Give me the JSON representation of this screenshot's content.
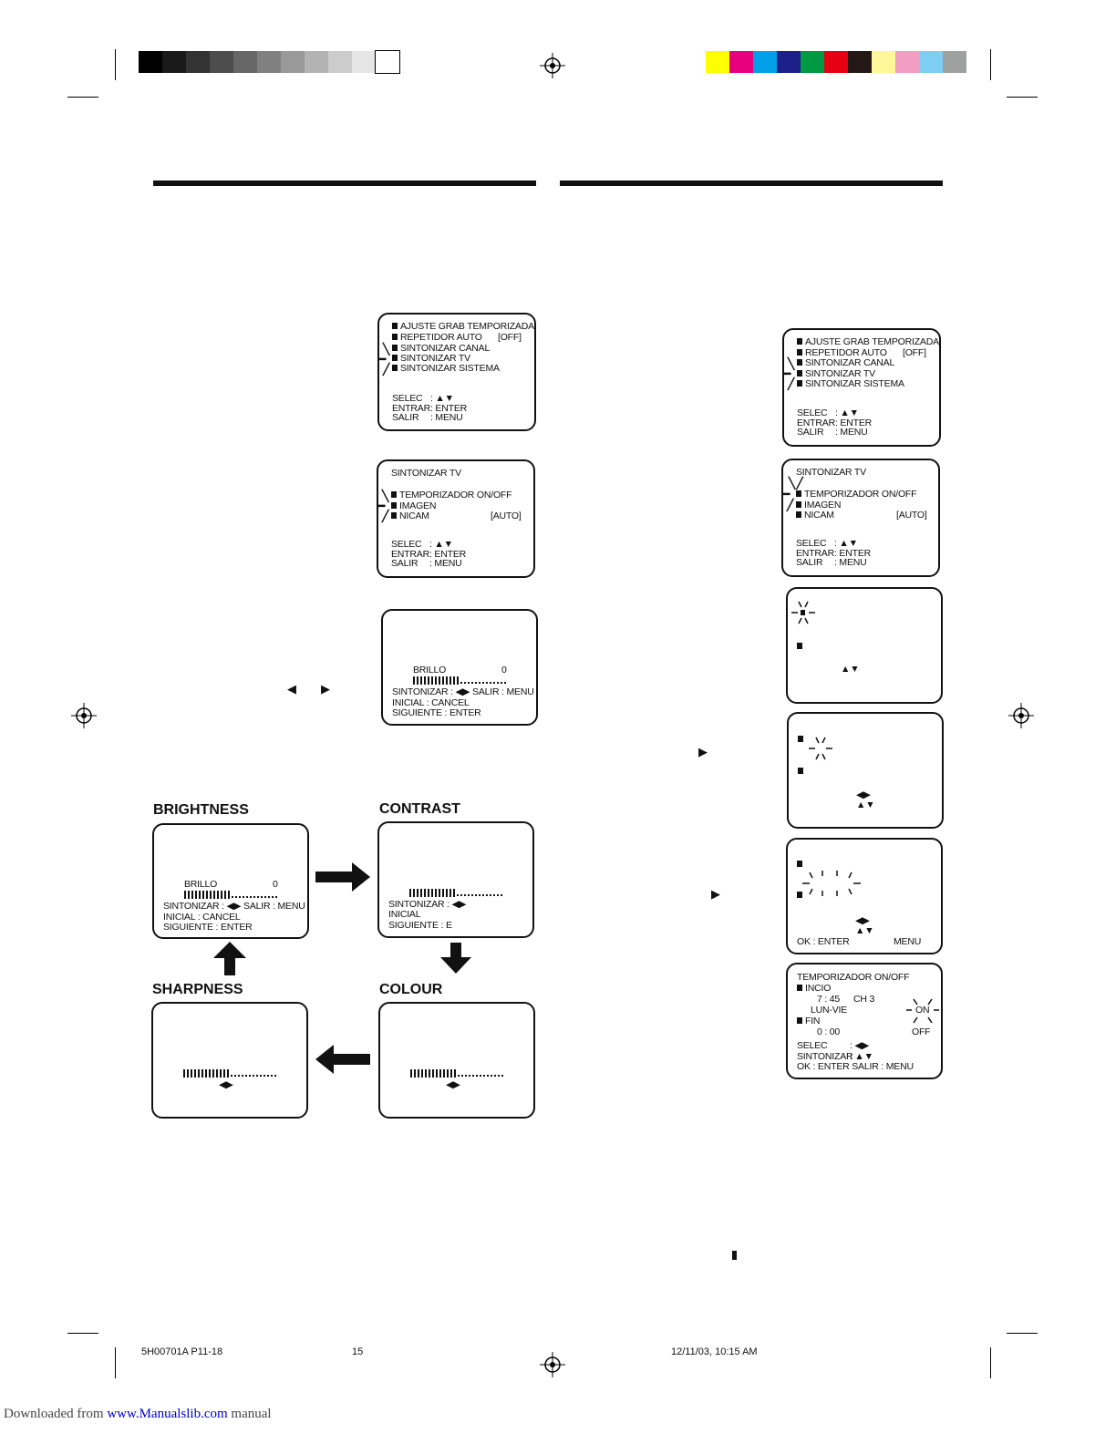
{
  "print": {
    "gray_swatches": [
      "#000000",
      "#1a1a1a",
      "#333333",
      "#4d4d4d",
      "#666666",
      "#808080",
      "#999999",
      "#b3b3b3",
      "#cccccc",
      "#e6e6e6",
      "#ffffff"
    ],
    "color_swatches": [
      "#ffff00",
      "#e6007e",
      "#00a0e9",
      "#1d2088",
      "#009944",
      "#e60012",
      "#231815",
      "#fff799",
      "#f19ec2",
      "#7ecef4",
      "#9fa0a0"
    ]
  },
  "left": {
    "menu1": {
      "items": [
        "AJUSTE GRAB TEMPORIZADA",
        "REPETIDOR AUTO",
        "SINTONIZAR CANAL",
        "SINTONIZAR TV",
        "SINTONIZAR SISTEMA"
      ],
      "repetidor_value": "[OFF]",
      "selec": "SELEC",
      "selec_val": ": ▲▼",
      "entrar": "ENTRAR",
      "entrar_val": ": ENTER",
      "salir": "SALIR",
      "salir_val": ": MENU"
    },
    "menu2": {
      "title": "SINTONIZAR TV",
      "items": [
        "TEMPORIZADOR ON/OFF",
        "IMAGEN",
        "NICAM"
      ],
      "nicam_value": "[AUTO]",
      "selec": "SELEC",
      "selec_val": ": ▲▼",
      "entrar": "ENTRAR",
      "entrar_val": ": ENTER",
      "salir": "SALIR",
      "salir_val": ": MENU"
    },
    "menu3": {
      "label": "BRILLO",
      "value": "0",
      "line1": "SINTONIZAR : ◀▶   SALIR : MENU",
      "line2": "INICIAL        : CANCEL",
      "line3": "SIGUIENTE : ENTER"
    },
    "arrows_hint": {
      "left": "◀",
      "right": "▶"
    },
    "brightness": {
      "heading": "BRIGHTNESS",
      "label": "BRILLO",
      "value": "0",
      "line1": "SINTONIZAR : ◀▶   SALIR : MENU",
      "line2": "INICIAL       : CANCEL",
      "line3": "SIGUIENTE : ENTER"
    },
    "contrast": {
      "heading": "CONTRAST",
      "line1": "SINTONIZAR : ◀▶",
      "line2": "INICIAL",
      "line3": "SIGUIENTE : E"
    },
    "sharpness": {
      "heading": "SHARPNESS",
      "arrows": "◀▶"
    },
    "colour": {
      "heading": "COLOUR",
      "arrows": "◀▶"
    }
  },
  "right": {
    "menu1": {
      "items": [
        "AJUSTE GRAB TEMPORIZADA",
        "REPETIDOR AUTO",
        "SINTONIZAR CANAL",
        "SINTONIZAR TV",
        "SINTONIZAR SISTEMA"
      ],
      "repetidor_value": "[OFF]",
      "selec": "SELEC",
      "selec_val": ": ▲▼",
      "entrar": "ENTRAR",
      "entrar_val": ": ENTER",
      "salir": "SALIR",
      "salir_val": ": MENU"
    },
    "menu2": {
      "title": "SINTONIZAR TV",
      "items": [
        "TEMPORIZADOR ON/OFF",
        "IMAGEN",
        "NICAM"
      ],
      "nicam_value": "[AUTO]",
      "selec": "SELEC",
      "selec_val": ": ▲▼",
      "entrar": "ENTRAR",
      "entrar_val": ": ENTER",
      "salir": "SALIR",
      "salir_val": ": MENU"
    },
    "screen3": {
      "arrows": "▲▼"
    },
    "screen4": {
      "arrows1": "◀▶",
      "arrows2": "▲▼",
      "hint": "▶"
    },
    "screen5": {
      "arrows1": "◀▶",
      "arrows2": "▲▼",
      "ok": "OK   : ENTER",
      "menu": "MENU",
      "hint": "▶"
    },
    "timer": {
      "title": "TEMPORIZADOR ON/OFF",
      "inicio": "INCIO",
      "inicio_time": "7 : 45",
      "channel": "CH  3",
      "days": "LUN-VIE",
      "on": "ON",
      "fin": "FIN",
      "fin_time": "0 : 00",
      "off": "OFF",
      "selec": "SELEC",
      "selec_val": ": ◀▶",
      "sint": "SINTONIZAR",
      "sint_val": ": ▲▼",
      "ok": "OK   : ENTER     SALIR : MENU"
    }
  },
  "footer": {
    "code": "5H00701A P11-18",
    "page": "15",
    "date": "12/11/03, 10:15 AM",
    "download_prefix": "Downloaded from",
    "download_link": "www.Manualslib.com",
    "download_suffix": "manual"
  }
}
